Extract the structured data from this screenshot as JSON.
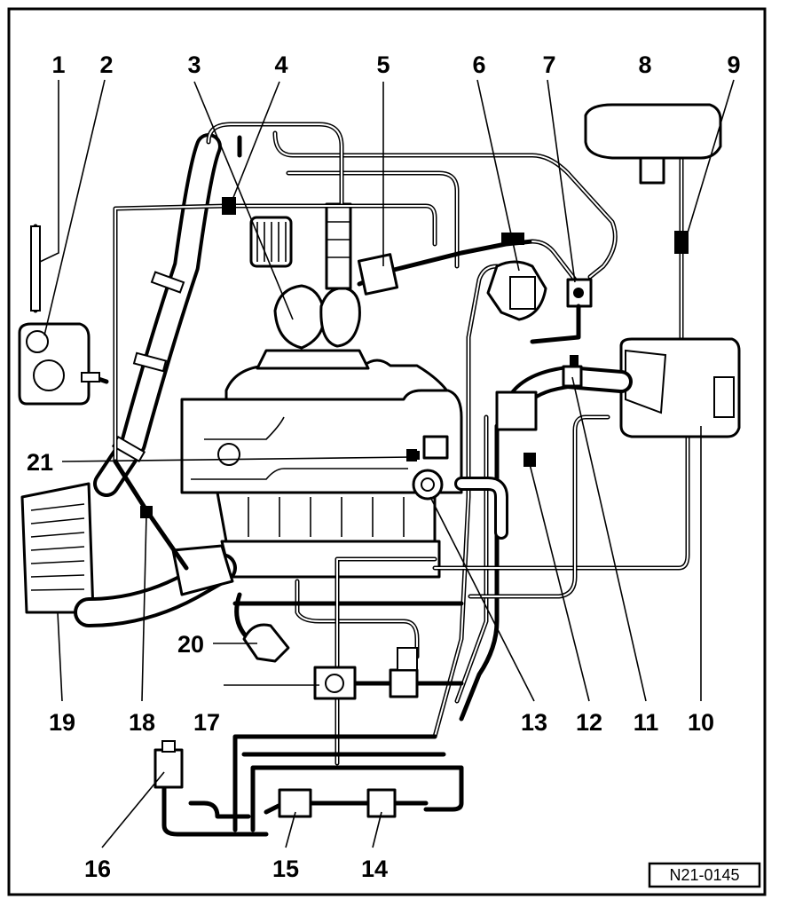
{
  "callouts": [
    "1",
    "2",
    "3",
    "4",
    "5",
    "6",
    "7",
    "8",
    "9",
    "10",
    "11",
    "12",
    "13",
    "14",
    "15",
    "16",
    "17",
    "18",
    "19",
    "20",
    "21"
  ],
  "reference_code": "N21-0145"
}
